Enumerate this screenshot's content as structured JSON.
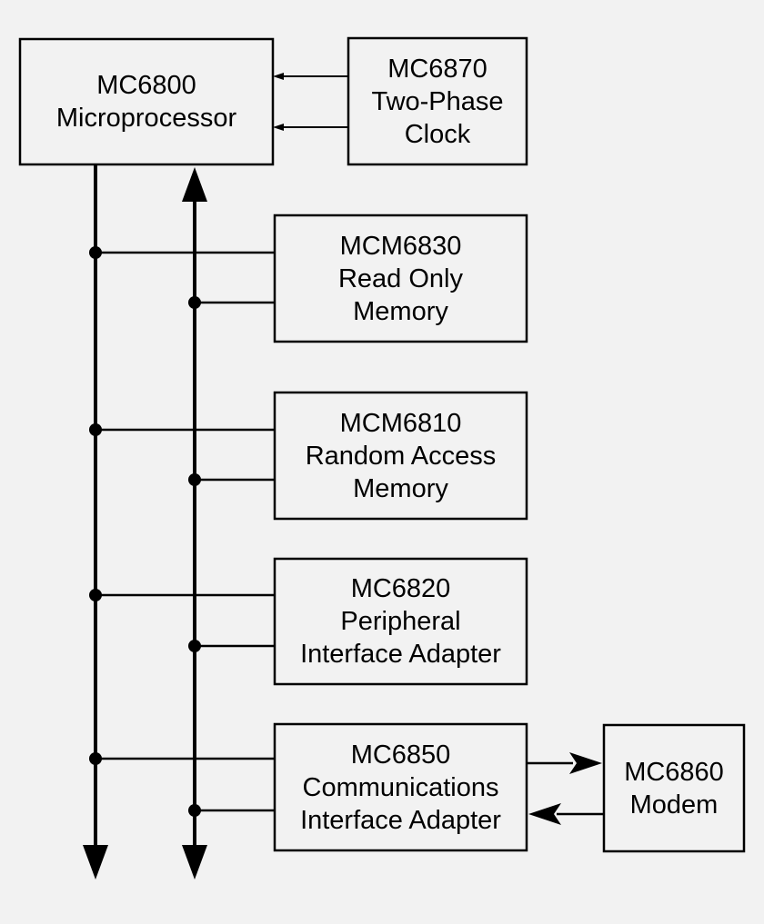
{
  "colors": {
    "background": "#f2f2f2",
    "stroke": "#000000",
    "box_fill": "#f2f2f2"
  },
  "blocks": {
    "mpu": {
      "lines": [
        "MC6800",
        "Microprocessor"
      ]
    },
    "clock": {
      "lines": [
        "MC6870",
        "Two-Phase",
        "Clock"
      ]
    },
    "rom": {
      "lines": [
        "MCM6830",
        "Read Only",
        "Memory"
      ]
    },
    "ram": {
      "lines": [
        "MCM6810",
        "Random Access",
        "Memory"
      ]
    },
    "pia": {
      "lines": [
        "MC6820",
        "Peripheral",
        "Interface Adapter"
      ]
    },
    "acia": {
      "lines": [
        "MC6850",
        "Communications",
        "Interface Adapter"
      ]
    },
    "modem": {
      "lines": [
        "MC6860",
        "Modem"
      ]
    }
  }
}
